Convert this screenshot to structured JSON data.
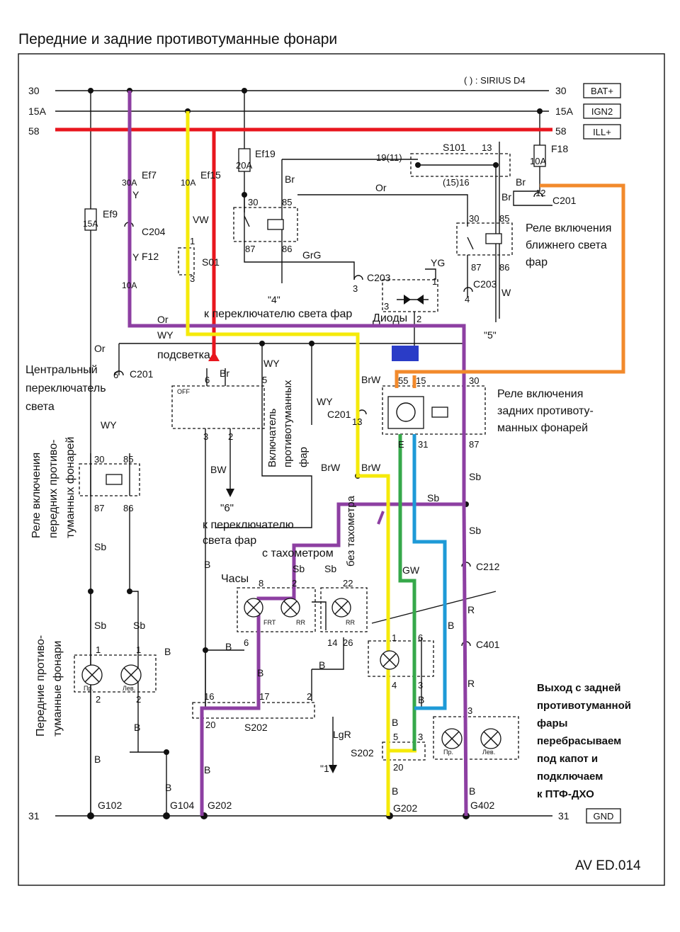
{
  "title": "Передние и задние противотуманные фонари",
  "variant_note": "( ) : SIRIUS D4",
  "code": "AV ED.014",
  "colors": {
    "red": "#e8161e",
    "purple": "#8d3fa2",
    "yellow": "#f5ea0a",
    "orange": "#f28a2c",
    "green": "#36a84a",
    "blue": "#1e9ad7",
    "navy": "#2a3cc7"
  },
  "rails": {
    "r30": "30",
    "r15a": "15A",
    "r58": "58",
    "r31": "31",
    "bat": "BAT+",
    "ign": "IGN2",
    "ill": "ILL+",
    "gnd": "GND"
  },
  "fuses": {
    "ef9": "Ef9",
    "ef9_a": "15A",
    "ef7": "Ef7",
    "ef7_a": "30A",
    "ef15": "Ef15",
    "ef15_a": "10A",
    "ef19": "Ef19",
    "ef19_a": "20A",
    "f12": "F12",
    "f12_a": "10A",
    "f18": "F18",
    "f18_a": "10A"
  },
  "connectors": {
    "c204": "C204",
    "c201": "C201",
    "c203": "C203",
    "c212": "C212",
    "c401": "C401",
    "s101": "S101",
    "s01": "S01",
    "s202": "S202",
    "g102": "G102",
    "g104": "G104",
    "g202": "G202",
    "g402": "G402"
  },
  "wires": {
    "y": "Y",
    "vw": "VW",
    "br": "Br",
    "or": "Or",
    "wy": "WY",
    "grg": "GrG",
    "yg": "YG",
    "w": "W",
    "brw": "BrW",
    "bw": "BW",
    "sb": "Sb",
    "b": "B",
    "gw": "GW",
    "r": "R",
    "lgr": "LgR"
  },
  "pins": {
    "p1": "1",
    "p2": "2",
    "p3": "3",
    "p4": "4",
    "p5": "5",
    "p6": "6",
    "p8": "8",
    "p12": "12",
    "p13": "13",
    "p14": "14",
    "p15": "15",
    "p16": "16",
    "p17": "17",
    "p20": "20",
    "p22": "22",
    "p26": "26",
    "p30": "30",
    "p31": "31",
    "p55": "55",
    "p85": "85",
    "p86": "86",
    "p87": "87",
    "e": "E",
    "s101_19": "19(11)",
    "s101_15": "(15)16"
  },
  "labels": {
    "relay_low_beam": [
      "Реле включения",
      "ближнего света",
      "фар"
    ],
    "relay_rear_fog": [
      "Реле включения",
      "задних противоту-",
      "манных фонарей"
    ],
    "relay_front_fog": [
      "Реле включения",
      "передних противо-",
      "туманных фонарей"
    ],
    "central_switch": [
      "Центральный",
      "переключатель",
      "света"
    ],
    "front_fog_lamps": [
      "Передние противо-",
      "туманные фонари"
    ],
    "fog_switch": [
      "Включатель",
      "противотуманных",
      "фар"
    ],
    "to_light_switch_a": "к переключателю света фар",
    "to_light_switch_b": [
      "\"6\"",
      "к переключателю",
      "света фар"
    ],
    "illumination": "подсветка",
    "diodes": "Диоды",
    "clock": "Часы",
    "with_tacho": "с тахометром",
    "without_tacho": "без тахометра",
    "q4": "\"4\"",
    "q5": "\"5\"",
    "q1": "\"1\"",
    "sw_off": "OFF",
    "lamp_right": "Пр.",
    "lamp_left": "Лев.",
    "frt": "FRT",
    "rr": "RR",
    "note": [
      "Выход с задней",
      "противотуманной",
      "фары",
      "перебрасываем",
      "под капот и",
      "подключаем",
      "к ПТФ-ДХО"
    ]
  }
}
